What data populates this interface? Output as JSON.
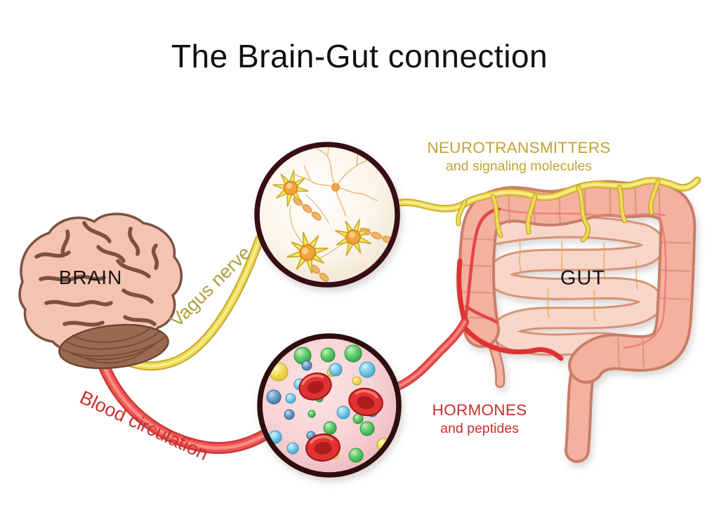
{
  "title": {
    "text": "The Brain-Gut connection",
    "color": "#111111"
  },
  "organs": {
    "brain": {
      "label": "BRAIN"
    },
    "gut": {
      "label": "GUT"
    }
  },
  "pathways": {
    "vagus_nerve": {
      "label": "Vagus nerve",
      "label_color": "#ada03e",
      "line_color": "#eedc55"
    },
    "blood_circulation": {
      "label": "Blood circulation",
      "label_color": "#c8302c",
      "line_color": "#f15555"
    }
  },
  "annotations": {
    "neurotransmitters": {
      "line1": "NEUROTRANSMITTERS",
      "line2": "and signaling molecules",
      "color": "#c3a233"
    },
    "hormones": {
      "line1": "HORMONES",
      "line2": "and peptides",
      "color": "#c8302c"
    }
  },
  "insets": {
    "top": {
      "icon": "neurons-micrograph-icon"
    },
    "bottom": {
      "icon": "blood-cells-micrograph-icon"
    }
  },
  "palette": {
    "background": "#ffffff",
    "brain_fill": "#f5c3b1",
    "brain_lines": "#7b5140",
    "cerebellum": "#9a6a50",
    "colon": "#f4b29e",
    "colon_outline": "#c97d68",
    "small_intestine": "#f8d6ca",
    "inset_ring": "#381012",
    "rbc_red": "#e03030"
  }
}
